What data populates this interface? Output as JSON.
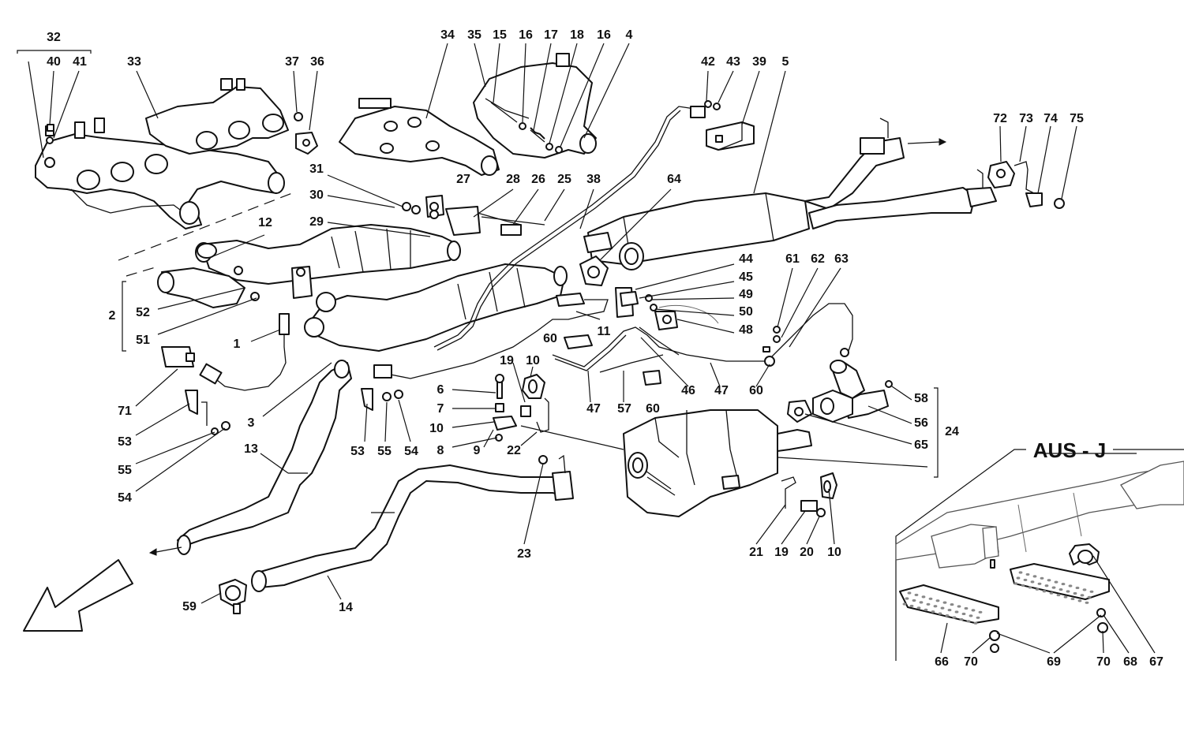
{
  "inset": {
    "title": "AUS - J"
  },
  "labels": {
    "l1": "1",
    "l2": "2",
    "l3": "3",
    "l4": "4",
    "l5": "5",
    "l6": "6",
    "l7": "7",
    "l8": "8",
    "l9": "9",
    "l10a": "10",
    "l10b": "10",
    "l10c": "10",
    "l11": "11",
    "l12": "12",
    "l13": "13",
    "l14": "14",
    "l15": "15",
    "l16a": "16",
    "l16b": "16",
    "l17": "17",
    "l18": "18",
    "l19a": "19",
    "l19b": "19",
    "l20": "20",
    "l21": "21",
    "l22": "22",
    "l23": "23",
    "l24": "24",
    "l25": "25",
    "l26": "26",
    "l27": "27",
    "l28": "28",
    "l29": "29",
    "l30": "30",
    "l31": "31",
    "l32": "32",
    "l33": "33",
    "l34": "34",
    "l35": "35",
    "l36": "36",
    "l37": "37",
    "l38": "38",
    "l39": "39",
    "l40": "40",
    "l41": "41",
    "l42": "42",
    "l43": "43",
    "l44": "44",
    "l45": "45",
    "l46": "46",
    "l47a": "47",
    "l47b": "47",
    "l48": "48",
    "l49": "49",
    "l50": "50",
    "l51": "51",
    "l52": "52",
    "l53a": "53",
    "l53b": "53",
    "l54a": "54",
    "l54b": "54",
    "l55a": "55",
    "l55b": "55",
    "l56": "56",
    "l57": "57",
    "l58": "58",
    "l59": "59",
    "l60a": "60",
    "l60b": "60",
    "l60c": "60",
    "l61": "61",
    "l62": "62",
    "l63": "63",
    "l64": "64",
    "l65": "65",
    "l66": "66",
    "l67": "67",
    "l68": "68",
    "l69": "69",
    "l70a": "70",
    "l70b": "70",
    "l71": "71",
    "l72": "72",
    "l73": "73",
    "l74": "74",
    "l75": "75"
  }
}
